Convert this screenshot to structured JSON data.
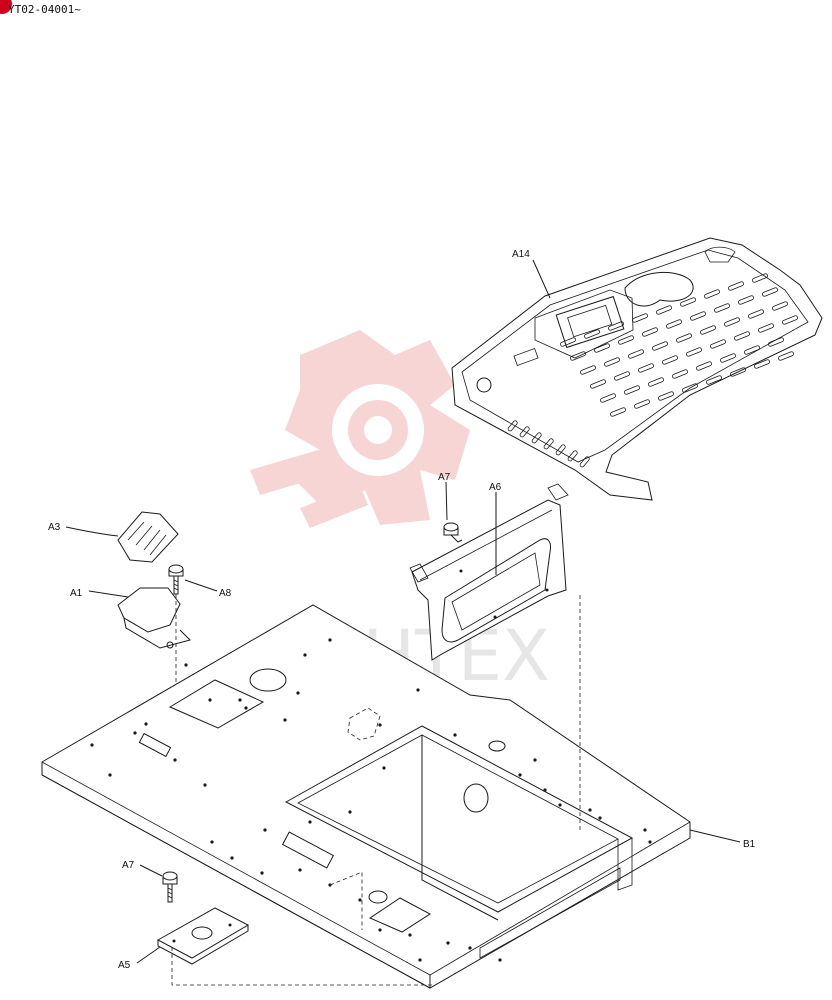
{
  "header": {
    "serial": "YT02-04001~"
  },
  "watermark": {
    "text": "ИНТЕХ",
    "color": "#f2b3b3"
  },
  "brand": {
    "corner_color": "#d0021b"
  },
  "callouts": {
    "a14": "A14",
    "a7_top": "A7",
    "a6": "A6",
    "a3": "A3",
    "a1": "A1",
    "a8": "A8",
    "b1": "B1",
    "a7_bottom": "A7",
    "a5": "A5"
  }
}
